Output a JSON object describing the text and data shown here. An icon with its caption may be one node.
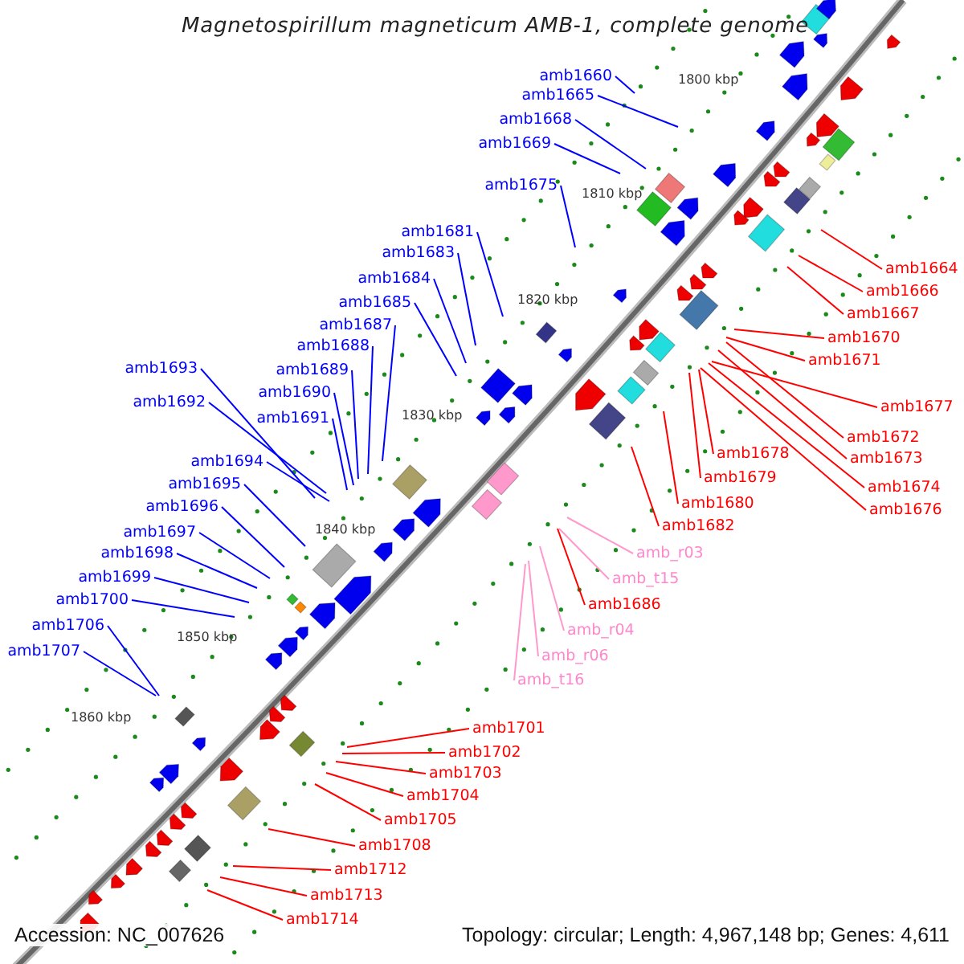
{
  "diagram": {
    "title": "Magnetospirillum magneticum AMB-1, complete genome",
    "nodes": [
      {
        "text": [
          "amb1660"
        ]
      },
      {
        "text": [
          "amb1665"
        ]
      },
      {
        "text": [
          "amb1668"
        ]
      },
      {
        "text": [
          "amb1669"
        ]
      },
      {
        "text": [
          "amb1675"
        ]
      },
      {
        "text": [
          "amb1681"
        ]
      },
      {
        "text": [
          "amb1683"
        ]
      },
      {
        "text": [
          "amb1664"
        ]
      },
      {
        "text": [
          "amb1684"
        ]
      },
      {
        "text": [
          "amb1666"
        ]
      },
      {
        "text": [
          "amb1685"
        ]
      },
      {
        "text": [
          "amb1667"
        ]
      },
      {
        "text": [
          "amb1687"
        ]
      },
      {
        "text": [
          "amb1670"
        ]
      },
      {
        "text": [
          "amb1688"
        ]
      },
      {
        "text": [
          "amb1671"
        ]
      },
      {
        "text": [
          "amb1693"
        ]
      },
      {
        "text": [
          "amb1689"
        ]
      },
      {
        "text": [
          "amb1690"
        ]
      },
      {
        "text": [
          "amb1692"
        ]
      },
      {
        "text": [
          "amb1691"
        ]
      },
      {
        "text": [
          "amb1677"
        ]
      },
      {
        "text": [
          "amb1672"
        ]
      },
      {
        "text": [
          "amb1678"
        ]
      },
      {
        "text": [
          "amb1673"
        ]
      },
      {
        "text": [
          "amb1694"
        ]
      },
      {
        "text": [
          "amb1679"
        ]
      },
      {
        "text": [
          "amb1695"
        ]
      },
      {
        "text": [
          "amb1674"
        ]
      },
      {
        "text": [
          "amb1680"
        ]
      },
      {
        "text": [
          "amb1696"
        ]
      },
      {
        "text": [
          "amb1676"
        ]
      },
      {
        "text": [
          "amb1682"
        ]
      },
      {
        "text": [
          "amb1697"
        ]
      },
      {
        "text": [
          "amb1698"
        ]
      },
      {
        "text": [
          "amb_r03"
        ]
      },
      {
        "text": [
          "amb1699"
        ]
      },
      {
        "text": [
          "amb_t15"
        ]
      },
      {
        "text": [
          "amb1700"
        ]
      },
      {
        "text": [
          "amb1686"
        ]
      },
      {
        "text": [
          "amb1706"
        ]
      },
      {
        "text": [
          "amb_r04"
        ]
      },
      {
        "text": [
          "amb1707"
        ]
      },
      {
        "text": [
          "amb_r06"
        ]
      },
      {
        "text": [
          "amb_t16"
        ]
      },
      {
        "text": [
          "amb1701"
        ]
      },
      {
        "text": [
          "amb1702"
        ]
      },
      {
        "text": [
          "amb1703"
        ]
      },
      {
        "text": [
          "amb1704"
        ]
      },
      {
        "text": [
          "amb1705"
        ]
      },
      {
        "text": [
          "amb1708"
        ]
      },
      {
        "text": [
          "amb1712"
        ]
      },
      {
        "text": [
          "amb1713"
        ]
      },
      {
        "text": [
          "amb1714"
        ]
      }
    ],
    "edges": [
      {
        "from": 0,
        "to": null,
        "arrow": "none"
      },
      {
        "from": 1,
        "to": null,
        "arrow": "none"
      },
      {
        "from": 2,
        "to": null,
        "arrow": "none"
      },
      {
        "from": 3,
        "to": null,
        "arrow": "none"
      },
      {
        "from": 4,
        "to": null,
        "arrow": "none"
      },
      {
        "from": 5,
        "to": null,
        "arrow": "none"
      },
      {
        "from": 6,
        "to": null,
        "arrow": "none"
      },
      {
        "from": 7,
        "to": null,
        "arrow": "none",
        "color": "#ff0000"
      },
      {
        "from": 8,
        "to": null,
        "arrow": "none"
      },
      {
        "from": 9,
        "to": null,
        "arrow": "none",
        "color": "#ff0000"
      },
      {
        "from": 10,
        "to": null,
        "arrow": "none"
      },
      {
        "from": 11,
        "to": null,
        "arrow": "none",
        "color": "#ff0000"
      },
      {
        "from": 12,
        "to": null,
        "arrow": "none"
      },
      {
        "from": 13,
        "to": null,
        "arrow": "none",
        "color": "#ff0000"
      },
      {
        "from": 14,
        "to": null,
        "arrow": "none"
      },
      {
        "from": 15,
        "to": null,
        "arrow": "none",
        "color": "#ff0000"
      },
      {
        "from": 16,
        "to": null,
        "arrow": "none"
      },
      {
        "from": 17,
        "to": null,
        "arrow": "none"
      },
      {
        "from": 18,
        "to": null,
        "arrow": "none"
      },
      {
        "from": 19,
        "to": null,
        "arrow": "none"
      },
      {
        "from": 20,
        "to": null,
        "arrow": "none"
      },
      {
        "from": 21,
        "to": null,
        "arrow": "none",
        "color": "#ff0000"
      },
      {
        "from": 22,
        "to": null,
        "arrow": "none",
        "color": "#ff0000"
      },
      {
        "from": 23,
        "to": null,
        "arrow": "none",
        "color": "#ff0000"
      },
      {
        "from": 24,
        "to": null,
        "arrow": "none",
        "color": "#ff0000"
      },
      {
        "from": 25,
        "to": null,
        "arrow": "none"
      },
      {
        "from": 26,
        "to": null,
        "arrow": "none",
        "color": "#ff0000"
      },
      {
        "from": 27,
        "to": null,
        "arrow": "none"
      },
      {
        "from": 28,
        "to": null,
        "arrow": "none",
        "color": "#ff0000"
      },
      {
        "from": 29,
        "to": null,
        "arrow": "none",
        "color": "#ff0000"
      },
      {
        "from": 30,
        "to": null,
        "arrow": "none"
      },
      {
        "from": 31,
        "to": null,
        "arrow": "none",
        "color": "#ff0000"
      },
      {
        "from": 32,
        "to": null,
        "arrow": "none",
        "color": "#ff0000"
      },
      {
        "from": 33,
        "to": null,
        "arrow": "none"
      },
      {
        "from": 34,
        "to": null,
        "arrow": "none"
      },
      {
        "from": 35,
        "to": null,
        "arrow": "none",
        "color": "#ff99cc"
      },
      {
        "from": 36,
        "to": null,
        "arrow": "none"
      },
      {
        "from": 37,
        "to": null,
        "arrow": "none",
        "color": "#ff99cc"
      },
      {
        "from": 38,
        "to": null,
        "arrow": "none"
      },
      {
        "from": 39,
        "to": null,
        "arrow": "none",
        "color": "#ff0000"
      },
      {
        "from": 40,
        "to": null,
        "arrow": "none"
      },
      {
        "from": 41,
        "to": null,
        "arrow": "none",
        "color": "#ff99cc"
      },
      {
        "from": 42,
        "to": null,
        "arrow": "none"
      },
      {
        "from": 43,
        "to": null,
        "arrow": "none",
        "color": "#ff99cc"
      },
      {
        "from": 44,
        "to": null,
        "arrow": "none",
        "color": "#ff99cc"
      },
      {
        "from": 45,
        "to": null,
        "arrow": "none",
        "color": "#ff0000"
      },
      {
        "from": 46,
        "to": null,
        "arrow": "none",
        "color": "#ff0000"
      },
      {
        "from": 47,
        "to": null,
        "arrow": "none",
        "color": "#ff0000"
      },
      {
        "from": 48,
        "to": null,
        "arrow": "none",
        "color": "#ff0000"
      },
      {
        "from": 49,
        "to": null,
        "arrow": "none",
        "color": "#ff0000"
      },
      {
        "from": 50,
        "to": null,
        "arrow": "none",
        "color": "#ff0000"
      },
      {
        "from": 51,
        "to": null,
        "arrow": "none",
        "color": "#ff0000"
      },
      {
        "from": 52,
        "to": null,
        "arrow": "none",
        "color": "#ff0000"
      },
      {
        "from": 53,
        "to": null,
        "arrow": "none",
        "color": "#ff0000"
      }
    ],
    "labels": [
      "1800 kbp",
      "1810 kbp",
      "1820 kbp",
      "1830 kbp",
      "1840 kbp",
      "1850 kbp",
      "1860 kbp",
      "Accession: NC_007626",
      "Topology: circular; Length: 4,967,148 bp; Genes: 4,611"
    ]
  }
}
